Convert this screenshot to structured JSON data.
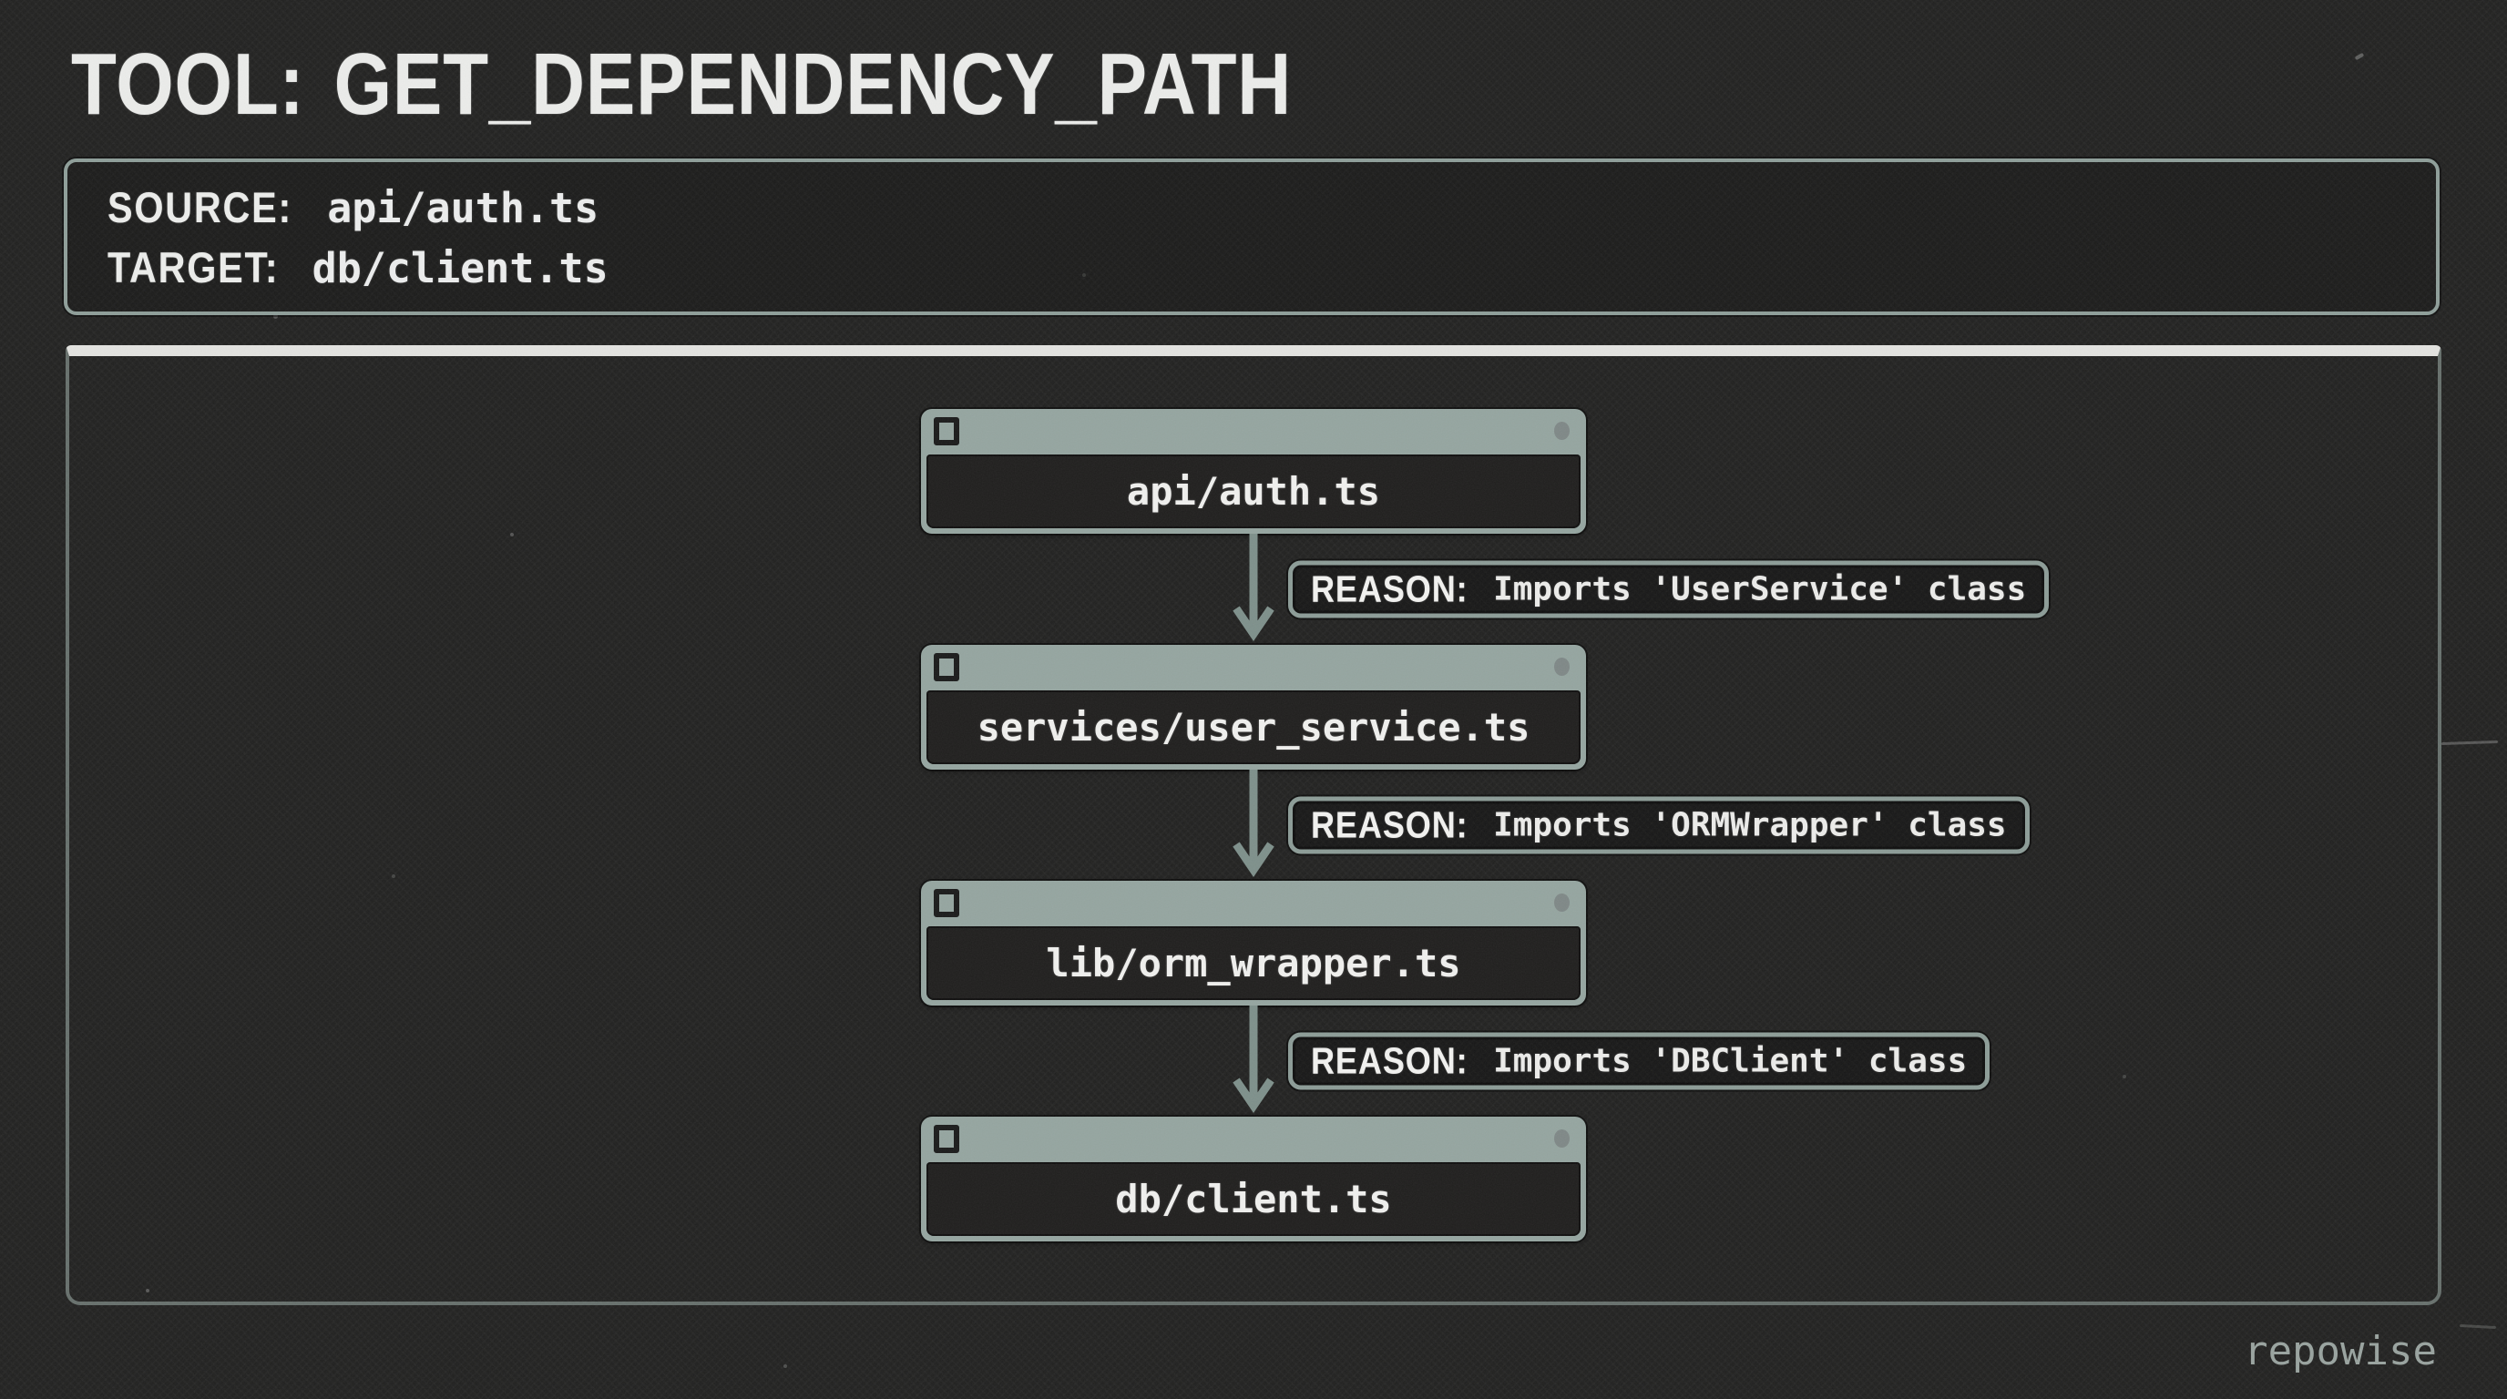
{
  "header": {
    "title": "TOOL: GET_DEPENDENCY_PATH"
  },
  "query": {
    "source": {
      "label": "SOURCE:",
      "value": "api/auth.ts"
    },
    "target": {
      "label": "TARGET:",
      "value": "db/client.ts"
    }
  },
  "flow": {
    "nodes": [
      {
        "file": "api/auth.ts"
      },
      {
        "file": "services/user_service.ts"
      },
      {
        "file": "lib/orm_wrapper.ts"
      },
      {
        "file": "db/client.ts"
      }
    ],
    "edges": [
      {
        "label": "REASON:",
        "text": "Imports 'UserService' class"
      },
      {
        "label": "REASON:",
        "text": "Imports 'ORMWrapper' class"
      },
      {
        "label": "REASON:",
        "text": "Imports 'DBClient' class"
      }
    ]
  },
  "footer": {
    "brand": "repowise"
  },
  "colors": {
    "background": "#222221",
    "sage_titlebar": "#95a5a0",
    "sage_border": "#8c9c97",
    "arrow": "#7e908b",
    "divider": "#e3e3e0",
    "text": "#eceded",
    "node_body": "#201f1e",
    "brand_text": "#99a39f"
  }
}
